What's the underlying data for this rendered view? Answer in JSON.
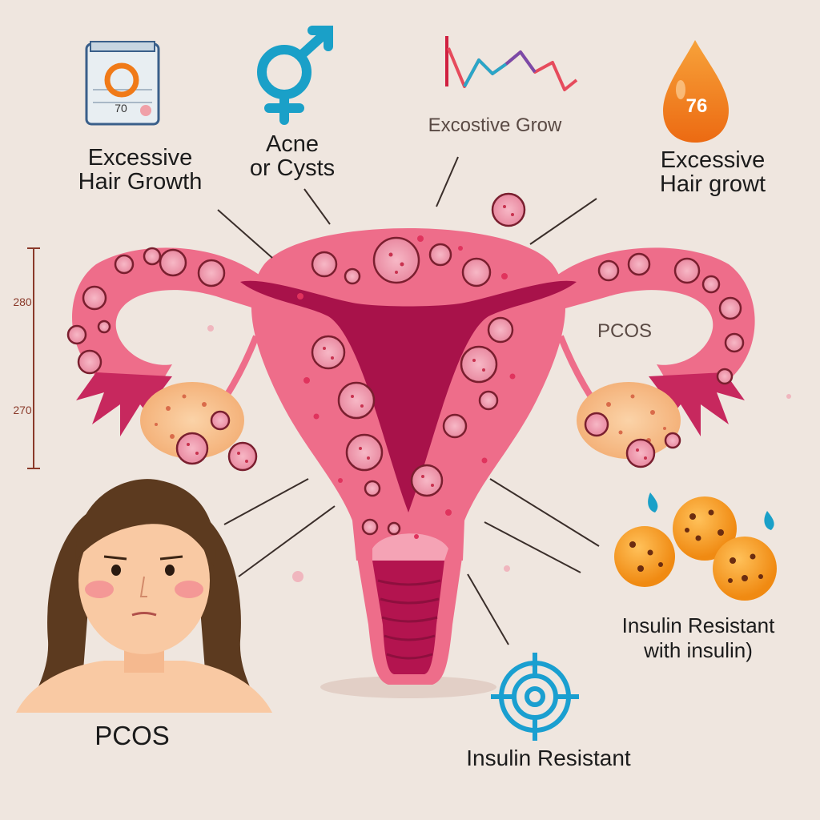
{
  "labels": {
    "top_left": {
      "line1": "Excessive",
      "line2": "Hair Growth"
    },
    "top_center_left": {
      "line1": "Acne",
      "line2": "or Cysts"
    },
    "top_center": "Excostive Grow",
    "top_right": {
      "line1": "Excessive",
      "line2": "Hair growt"
    },
    "right_mid": "PCOS",
    "right_lower": {
      "line1": "Insulin Resistant",
      "line2": "with insulin)"
    },
    "bottom_center": "Insulin Resistant",
    "bottom_left": "PCOS"
  },
  "badges": {
    "jar_value": "70",
    "drop_value": "76"
  },
  "scale_bar": {
    "upper": "280",
    "lower": "270"
  },
  "icons": [
    "jar-icon",
    "gender-symbol-icon",
    "trend-graph-icon",
    "drop-icon",
    "target-icon",
    "cells-icon"
  ],
  "colors": {
    "background": "#efe6df",
    "uterus": "#ee6d8a",
    "uterus_inner": "#b3144f",
    "cyst_fill": "#f2a3b4",
    "ovary": "#f8c18f",
    "orange": "#f28c1e",
    "blue": "#1aa0c8",
    "hair": "#5c3a1f",
    "skin": "#f9c9a3"
  }
}
